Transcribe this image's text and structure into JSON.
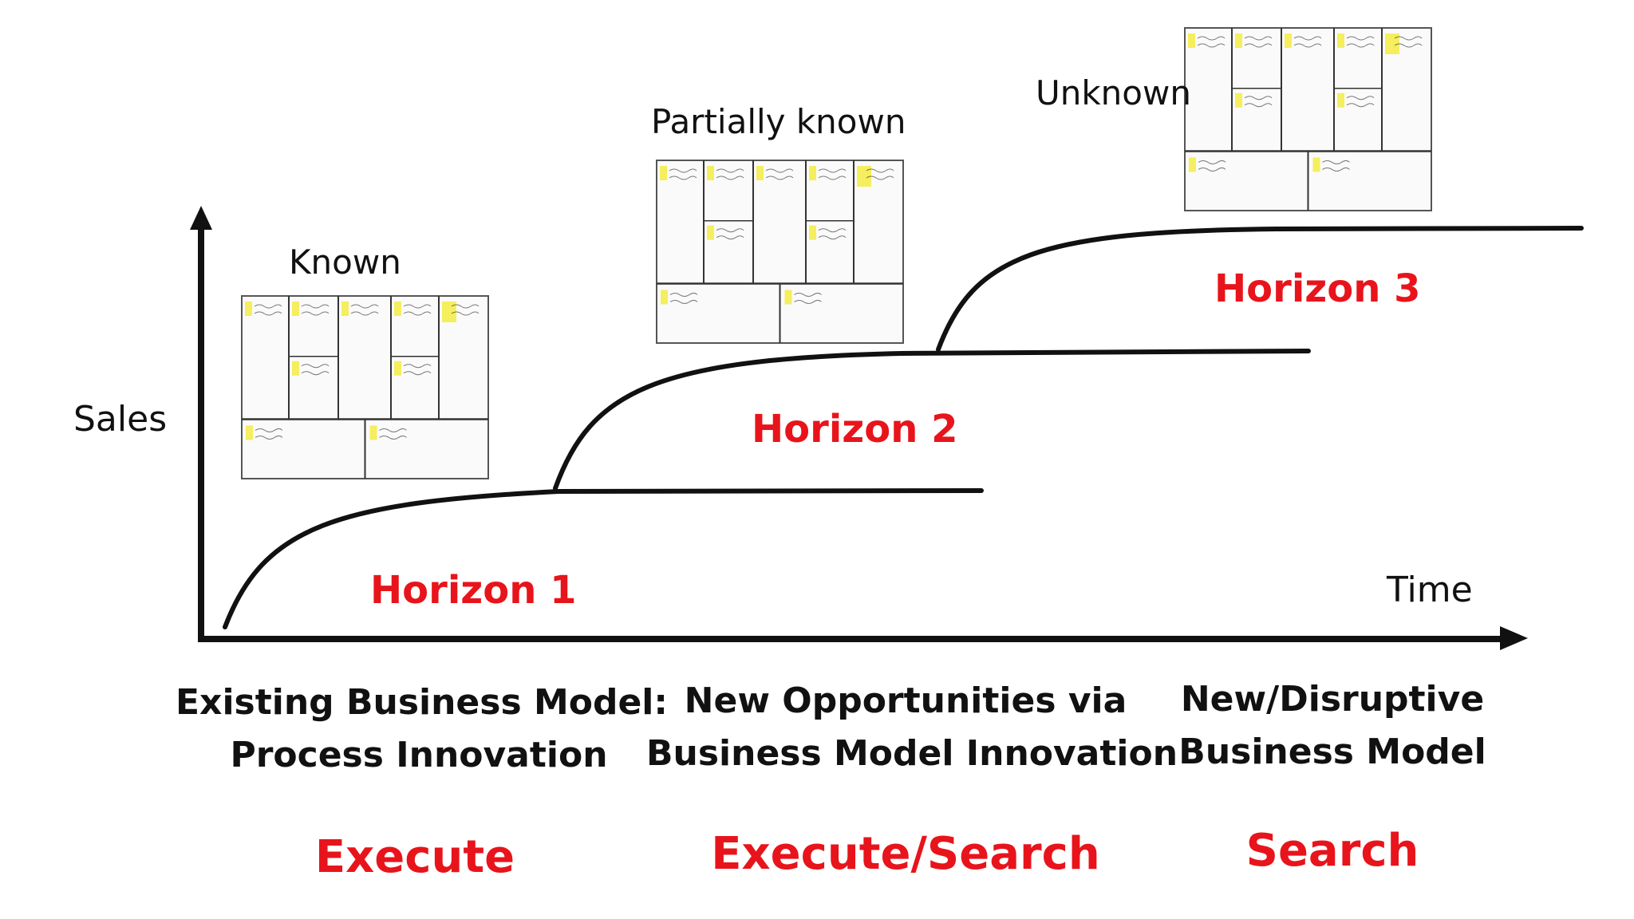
{
  "colors": {
    "ink": "#111111",
    "accent": "#e8141b",
    "sticky": "#f4ec4c",
    "paper": "#fafafa"
  },
  "axes": {
    "y_label": "Sales",
    "x_label": "Time"
  },
  "knowledge": {
    "known": "Known",
    "partial": "Partially known",
    "unknown": "Unknown"
  },
  "horizons": [
    {
      "label": "Horizon 1"
    },
    {
      "label": "Horizon 2"
    },
    {
      "label": "Horizon 3"
    }
  ],
  "captions": [
    {
      "line1": "Existing Business Model:",
      "line2": "Process Innovation",
      "mode": "Execute"
    },
    {
      "line1": "New Opportunities via",
      "line2": "Business Model Innovation",
      "mode": "Execute/Search"
    },
    {
      "line1": "New/Disruptive",
      "line2": "Business Model",
      "mode": "Search"
    }
  ],
  "canvas_icon": "business-model-canvas-sketch"
}
